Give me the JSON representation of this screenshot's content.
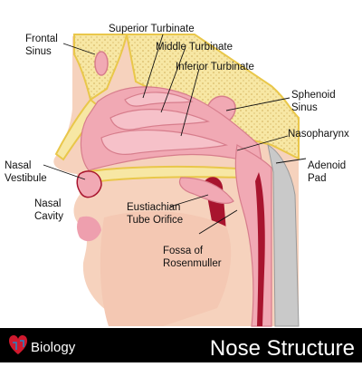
{
  "title": "Nose Structure",
  "footer": {
    "brand": "Biology"
  },
  "labels": {
    "frontal_sinus": [
      "Frontal",
      "Sinus"
    ],
    "superior_turbinate": "Superior Turbinate",
    "middle_turbinate": "Middle Turbinate",
    "inferior_turbinate": "Inferior Turbinate",
    "sphenoid_sinus": [
      "Sphenoid",
      "Sinus"
    ],
    "nasopharynx": "Nasopharynx",
    "adenoid_pad": [
      "Adenoid",
      "Pad"
    ],
    "nasal_vestibule": [
      "Nasal",
      "Vestibule"
    ],
    "nasal_cavity": [
      "Nasal",
      "Cavity"
    ],
    "eustachian_tube_orifice": [
      "Eustiachian",
      "Tube Orifice"
    ],
    "fossa_of_rosenmuller": [
      "Fossa of",
      "Rosenmuller"
    ]
  },
  "colors": {
    "skin": "#f6d2bd",
    "bone": "#f7e7a4",
    "bone_dots": "#d9bb6a",
    "bone_edge": "#e9c74a",
    "cavity": "#f1a9b4",
    "turbinate": "#f6c1c9",
    "dark_red": "#a8142e",
    "gray": "#c9c9c9",
    "footer_bg": "#000000",
    "footer_text": "#ffffff",
    "label_text": "#111111"
  }
}
